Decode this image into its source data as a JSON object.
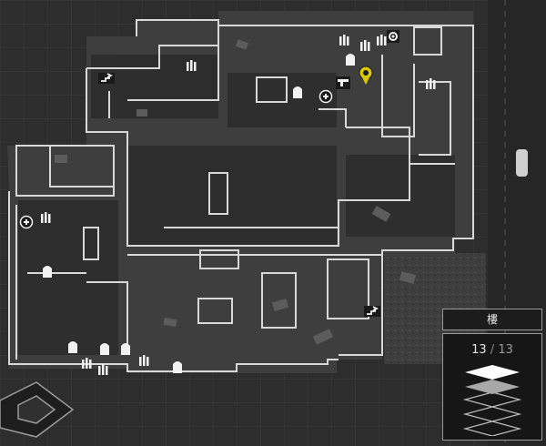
{
  "floor_panel": {
    "title": "樓",
    "current": "13",
    "separator": "/",
    "total": "13"
  },
  "markers": [
    {
      "icon": "ammo-icon"
    },
    {
      "icon": "ammo-icon"
    },
    {
      "icon": "ammo-icon"
    },
    {
      "icon": "ammo-icon"
    },
    {
      "icon": "ammo-icon"
    },
    {
      "icon": "ammo-icon"
    },
    {
      "icon": "ammo-icon"
    },
    {
      "icon": "ammo-icon"
    },
    {
      "icon": "armor-icon"
    },
    {
      "icon": "armor-icon"
    },
    {
      "icon": "armor-icon"
    },
    {
      "icon": "armor-icon"
    },
    {
      "icon": "armor-icon"
    },
    {
      "icon": "armor-icon"
    },
    {
      "icon": "armor-icon"
    },
    {
      "icon": "medkit-icon"
    },
    {
      "icon": "medkit-icon"
    },
    {
      "icon": "gear-icon"
    },
    {
      "icon": "pistol-icon"
    },
    {
      "icon": "objective-pin-icon"
    },
    {
      "icon": "stairs-icon"
    },
    {
      "icon": "stairs-icon"
    }
  ],
  "colors": {
    "wall": "#d9d9d9",
    "floor": "#3f3f3f",
    "objective": "#d8c800",
    "active_floor": "#ffffff",
    "inactive_floor": "#a8a8a8"
  }
}
